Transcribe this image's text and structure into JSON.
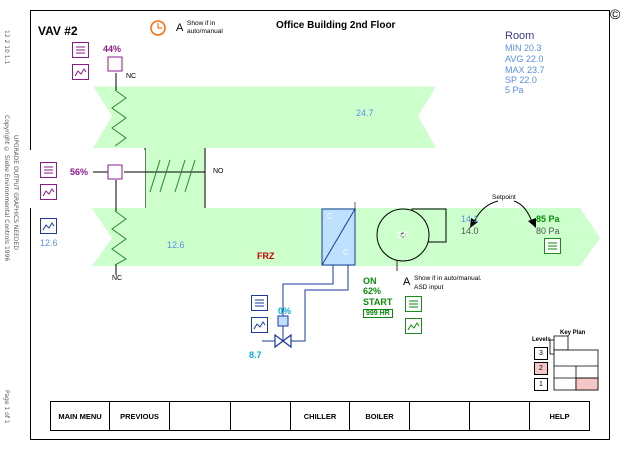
{
  "header": {
    "title": "VAV #2",
    "building": "Office Building 2nd Floor",
    "clock_note": "Show if in auto/manual",
    "clock_marker": "A",
    "copyright": "©"
  },
  "side_text": {
    "left_top": "12 2 10 1.1",
    "left_mid_1": "Copyright © Siebe Environmental Controls 1996",
    "left_mid_2": "UPGRADE OUTPUT GRAPHICS NEEDED",
    "left_bottom": "Page 1 of 1"
  },
  "room": {
    "label": "Room",
    "min": "MIN 20.3",
    "avg": "AVG 22.0",
    "max": "MAX 23.7",
    "sp": "SP 22.0",
    "pa": "5 Pa"
  },
  "dampers": {
    "top_pct": "44%",
    "top_state": "NC",
    "mid_pct": "56%",
    "mid_state": "NO",
    "bottom_state": "NC"
  },
  "temps": {
    "return_air": "24.7",
    "outside": "12.6",
    "mixed": "12.6",
    "frz": "FRZ",
    "discharge": "14.1",
    "discharge_sp": "14.0",
    "static_pressure": "85 Pa",
    "static_pressure_sp": "80 Pa",
    "valve_pct": "0%",
    "valve_temp": "8.7"
  },
  "fan": {
    "label": "SF",
    "status": "ON",
    "speed": "62%",
    "command": "START",
    "hours": "999 HR",
    "note_line1": "Show if in auto/manual.",
    "note_line2": "ASD input",
    "note_marker": "A",
    "setpoint_label": "Setpoint"
  },
  "coil": {
    "c_top": "C",
    "c_bottom": "C"
  },
  "key_plan": {
    "title": "Key Plan",
    "levels_label": "Levels",
    "levels": [
      "3",
      "2",
      "1"
    ]
  },
  "nav": {
    "buttons": [
      "MAIN MENU",
      "PREVIOUS",
      "",
      "",
      "CHILLER",
      "BOILER",
      "",
      "",
      "HELP"
    ]
  },
  "colors": {
    "duct": "#ccffcc",
    "purple": "#8b1a8b",
    "blue_light": "#5a8fe8",
    "green_dark": "#0a8a0a",
    "red": "#cc0000",
    "cyan": "#00b0d8",
    "coil_blue": "#bfe0ff"
  }
}
